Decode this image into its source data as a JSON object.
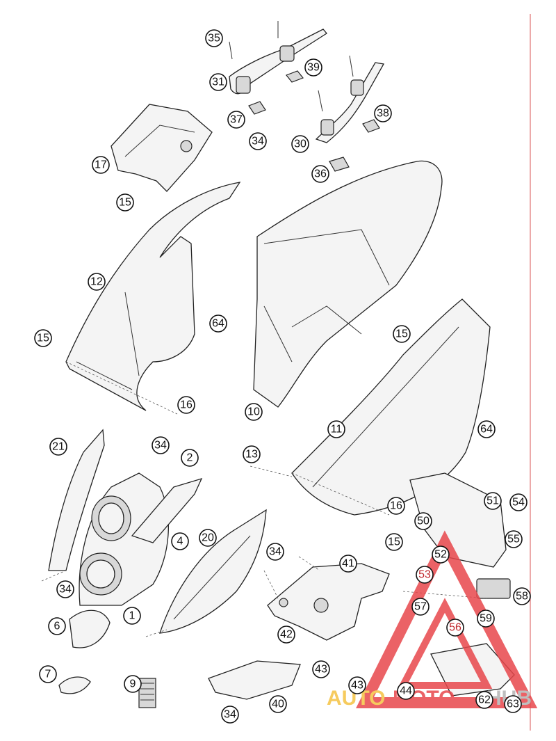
{
  "callouts": [
    {
      "label": "35",
      "color": "#111111"
    },
    {
      "label": "31",
      "color": "#111111"
    },
    {
      "label": "39",
      "color": "#111111"
    },
    {
      "label": "37",
      "color": "#111111"
    },
    {
      "label": "34",
      "color": "#111111"
    },
    {
      "label": "38",
      "color": "#111111"
    },
    {
      "label": "30",
      "color": "#111111"
    },
    {
      "label": "36",
      "color": "#111111"
    },
    {
      "label": "17",
      "color": "#111111"
    },
    {
      "label": "15",
      "color": "#111111"
    },
    {
      "label": "12",
      "color": "#111111"
    },
    {
      "label": "64",
      "color": "#111111"
    },
    {
      "label": "15",
      "color": "#111111"
    },
    {
      "label": "16",
      "color": "#111111"
    },
    {
      "label": "10",
      "color": "#111111"
    },
    {
      "label": "15",
      "color": "#111111"
    },
    {
      "label": "11",
      "color": "#111111"
    },
    {
      "label": "64",
      "color": "#111111"
    },
    {
      "label": "13",
      "color": "#111111"
    },
    {
      "label": "16",
      "color": "#111111"
    },
    {
      "label": "15",
      "color": "#111111"
    },
    {
      "label": "21",
      "color": "#111111"
    },
    {
      "label": "34",
      "color": "#111111"
    },
    {
      "label": "2",
      "color": "#111111"
    },
    {
      "label": "20",
      "color": "#111111"
    },
    {
      "label": "4",
      "color": "#111111"
    },
    {
      "label": "34",
      "color": "#111111"
    },
    {
      "label": "34",
      "color": "#111111"
    },
    {
      "label": "1",
      "color": "#111111"
    },
    {
      "label": "6",
      "color": "#111111"
    },
    {
      "label": "7",
      "color": "#111111"
    },
    {
      "label": "9",
      "color": "#111111"
    },
    {
      "label": "50",
      "color": "#111111"
    },
    {
      "label": "51",
      "color": "#111111"
    },
    {
      "label": "54",
      "color": "#111111"
    },
    {
      "label": "55",
      "color": "#111111"
    },
    {
      "label": "52",
      "color": "#111111"
    },
    {
      "label": "53",
      "color": "#c0282d"
    },
    {
      "label": "41",
      "color": "#111111"
    },
    {
      "label": "58",
      "color": "#111111"
    },
    {
      "label": "57",
      "color": "#111111"
    },
    {
      "label": "59",
      "color": "#111111"
    },
    {
      "label": "56",
      "color": "#c0282d"
    },
    {
      "label": "42",
      "color": "#111111"
    },
    {
      "label": "43",
      "color": "#111111"
    },
    {
      "label": "43",
      "color": "#111111"
    },
    {
      "label": "44",
      "color": "#111111"
    },
    {
      "label": "62",
      "color": "#111111"
    },
    {
      "label": "63",
      "color": "#111111"
    },
    {
      "label": "40",
      "color": "#111111"
    },
    {
      "label": "34",
      "color": "#111111"
    }
  ],
  "watermark": {
    "text_auto": "AUTO",
    "text_moto": "MOTO",
    "text_hub": "HUB",
    "color_auto": "#f5c242",
    "color_moto": "#e8474c",
    "color_hub": "#b5b5b5",
    "triangle_color": "#e8474c"
  },
  "margin_rule_color": "#e07070"
}
